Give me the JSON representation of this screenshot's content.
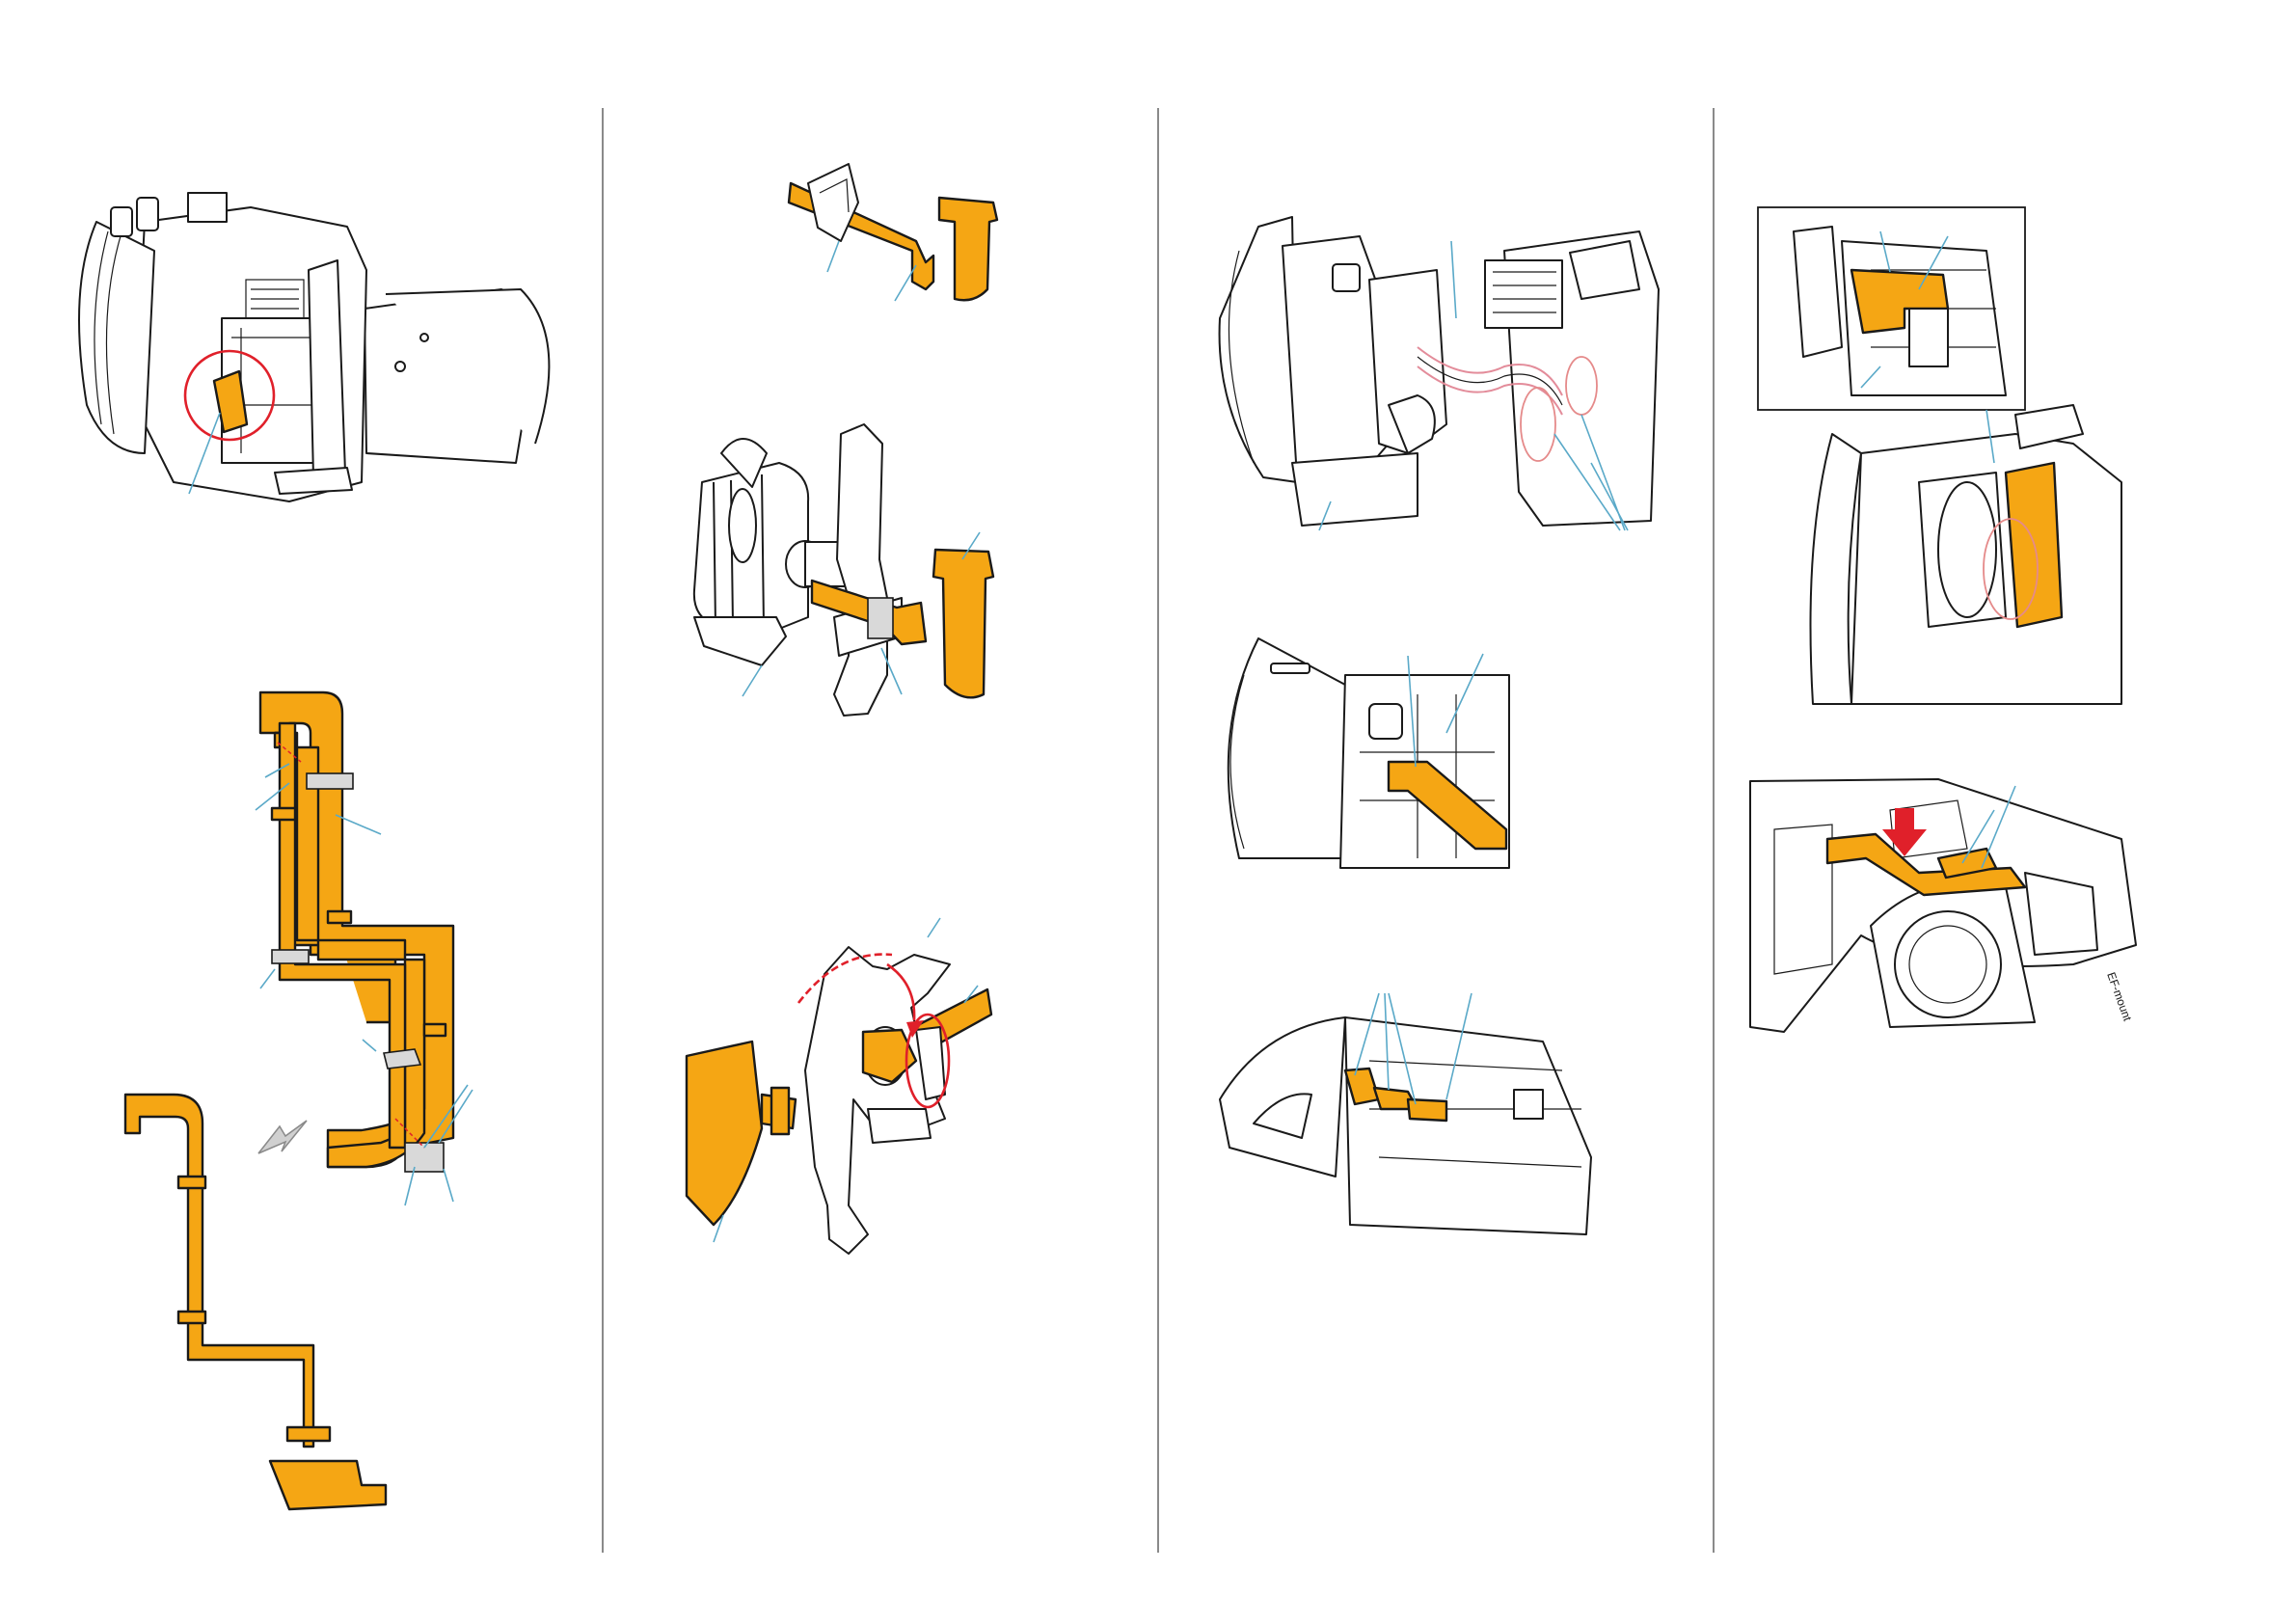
{
  "page": {
    "background": "#ffffff",
    "columns": 4
  },
  "colors": {
    "flex_cable": "#f5a614",
    "callout_line": "#5aa9c8",
    "highlight_circle": "#e0202a",
    "divider": "#8a8a8a",
    "outline": "#1a1a1a"
  },
  "panels": [
    {
      "id": "col1-top",
      "content": "camera-assembly-with-highlighted-flex"
    },
    {
      "id": "col1-bottom",
      "content": "flex-cable-routing-before-and-after"
    },
    {
      "id": "col2-top",
      "content": "flex-cable-with-clip"
    },
    {
      "id": "col2-mid",
      "content": "bracket-with-flex-installed"
    },
    {
      "id": "col2-bottom",
      "content": "bracket-rotation-step"
    },
    {
      "id": "col3-top",
      "content": "assembly-wire-routing"
    },
    {
      "id": "col3-mid",
      "content": "flex-in-chassis-detail"
    },
    {
      "id": "col3-bottom",
      "content": "flex-tabs-seated"
    },
    {
      "id": "col4-top",
      "content": "inset-connector-detail"
    },
    {
      "id": "col4-bottom",
      "content": "flex-press-down-step"
    }
  ],
  "icons": [
    "grey-direction-arrow",
    "red-press-arrow",
    "red-rotation-arrow"
  ],
  "mount_text": "EF-mount"
}
